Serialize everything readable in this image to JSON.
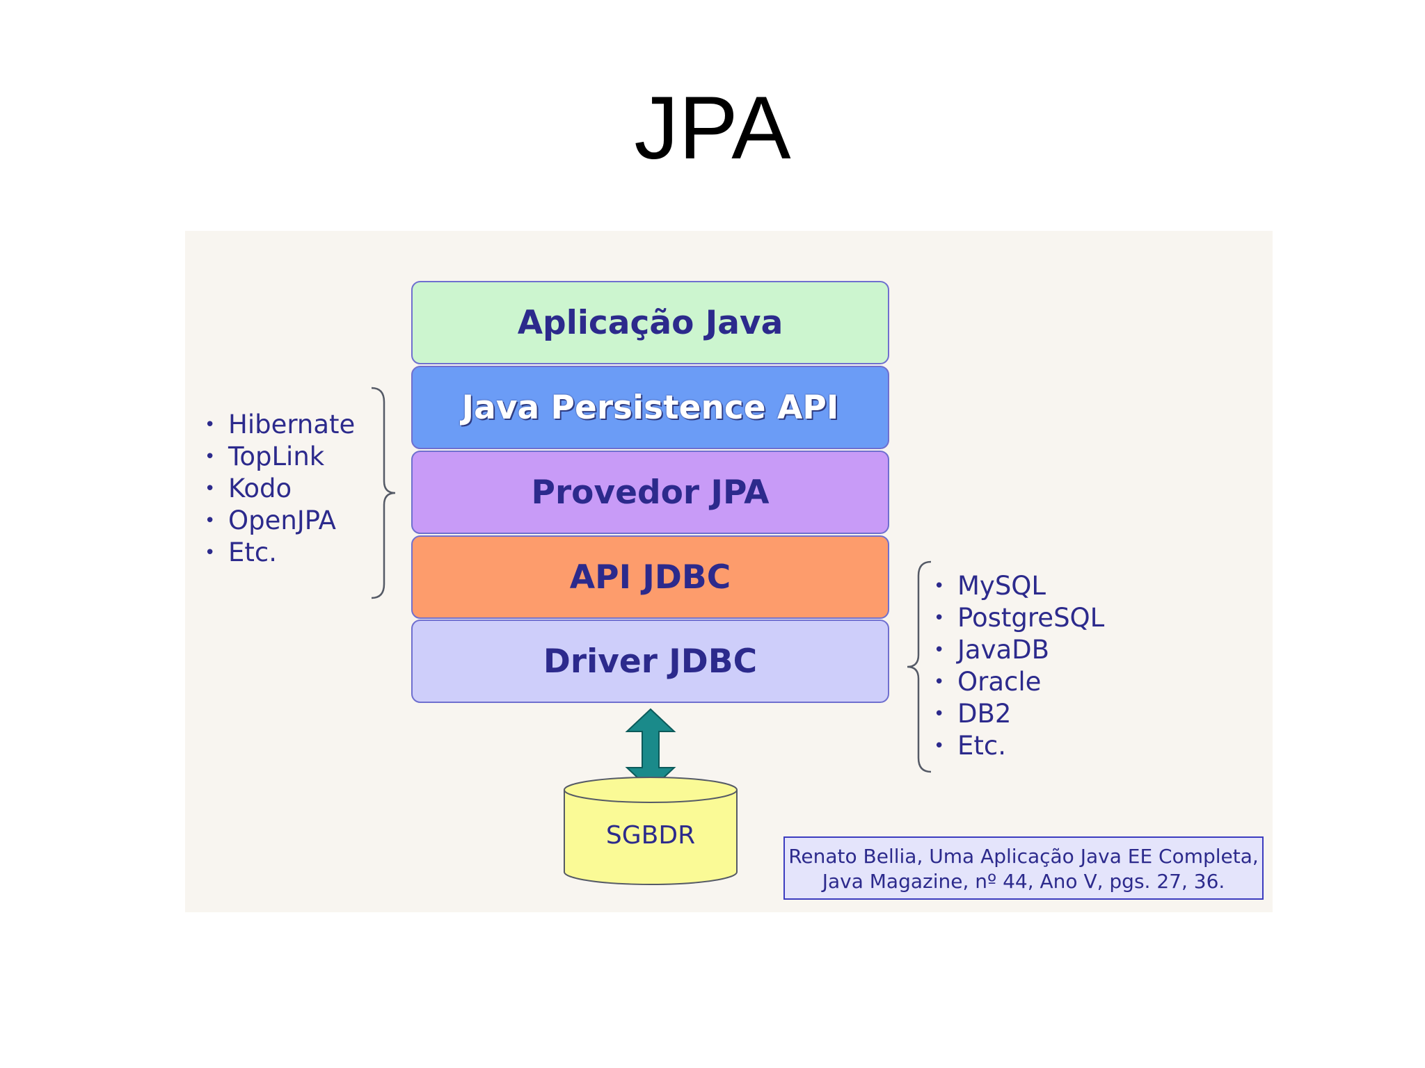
{
  "title": "JPA",
  "diagram": {
    "layers": [
      "Aplicação Java",
      "Java Persistence API",
      "Provedor JPA",
      "API JDBC",
      "Driver JDBC"
    ],
    "jpa_providers": [
      "Hibernate",
      "TopLink",
      "Kodo",
      "OpenJPA",
      "Etc."
    ],
    "databases": [
      "MySQL",
      "PostgreSQL",
      "JavaDB",
      "Oracle",
      "DB2",
      "Etc."
    ],
    "database_label": "SGBDR",
    "citation": {
      "line1": "Renato Bellia, Uma Aplicação Java EE Completa,",
      "line2": "Java Magazine, nº 44, Ano V, pgs. 27, 36."
    }
  },
  "colors": {
    "layer_aplicacao": "#ccf5cf",
    "layer_jpa_api": "#6b9cf6",
    "layer_provedor": "#c89bf7",
    "layer_api_jdbc": "#fd9c6c",
    "layer_driver": "#cecefa",
    "text_blue": "#2c2a8c",
    "arrow_teal": "#1a8a8a",
    "database_yellow": "#fafa96"
  }
}
